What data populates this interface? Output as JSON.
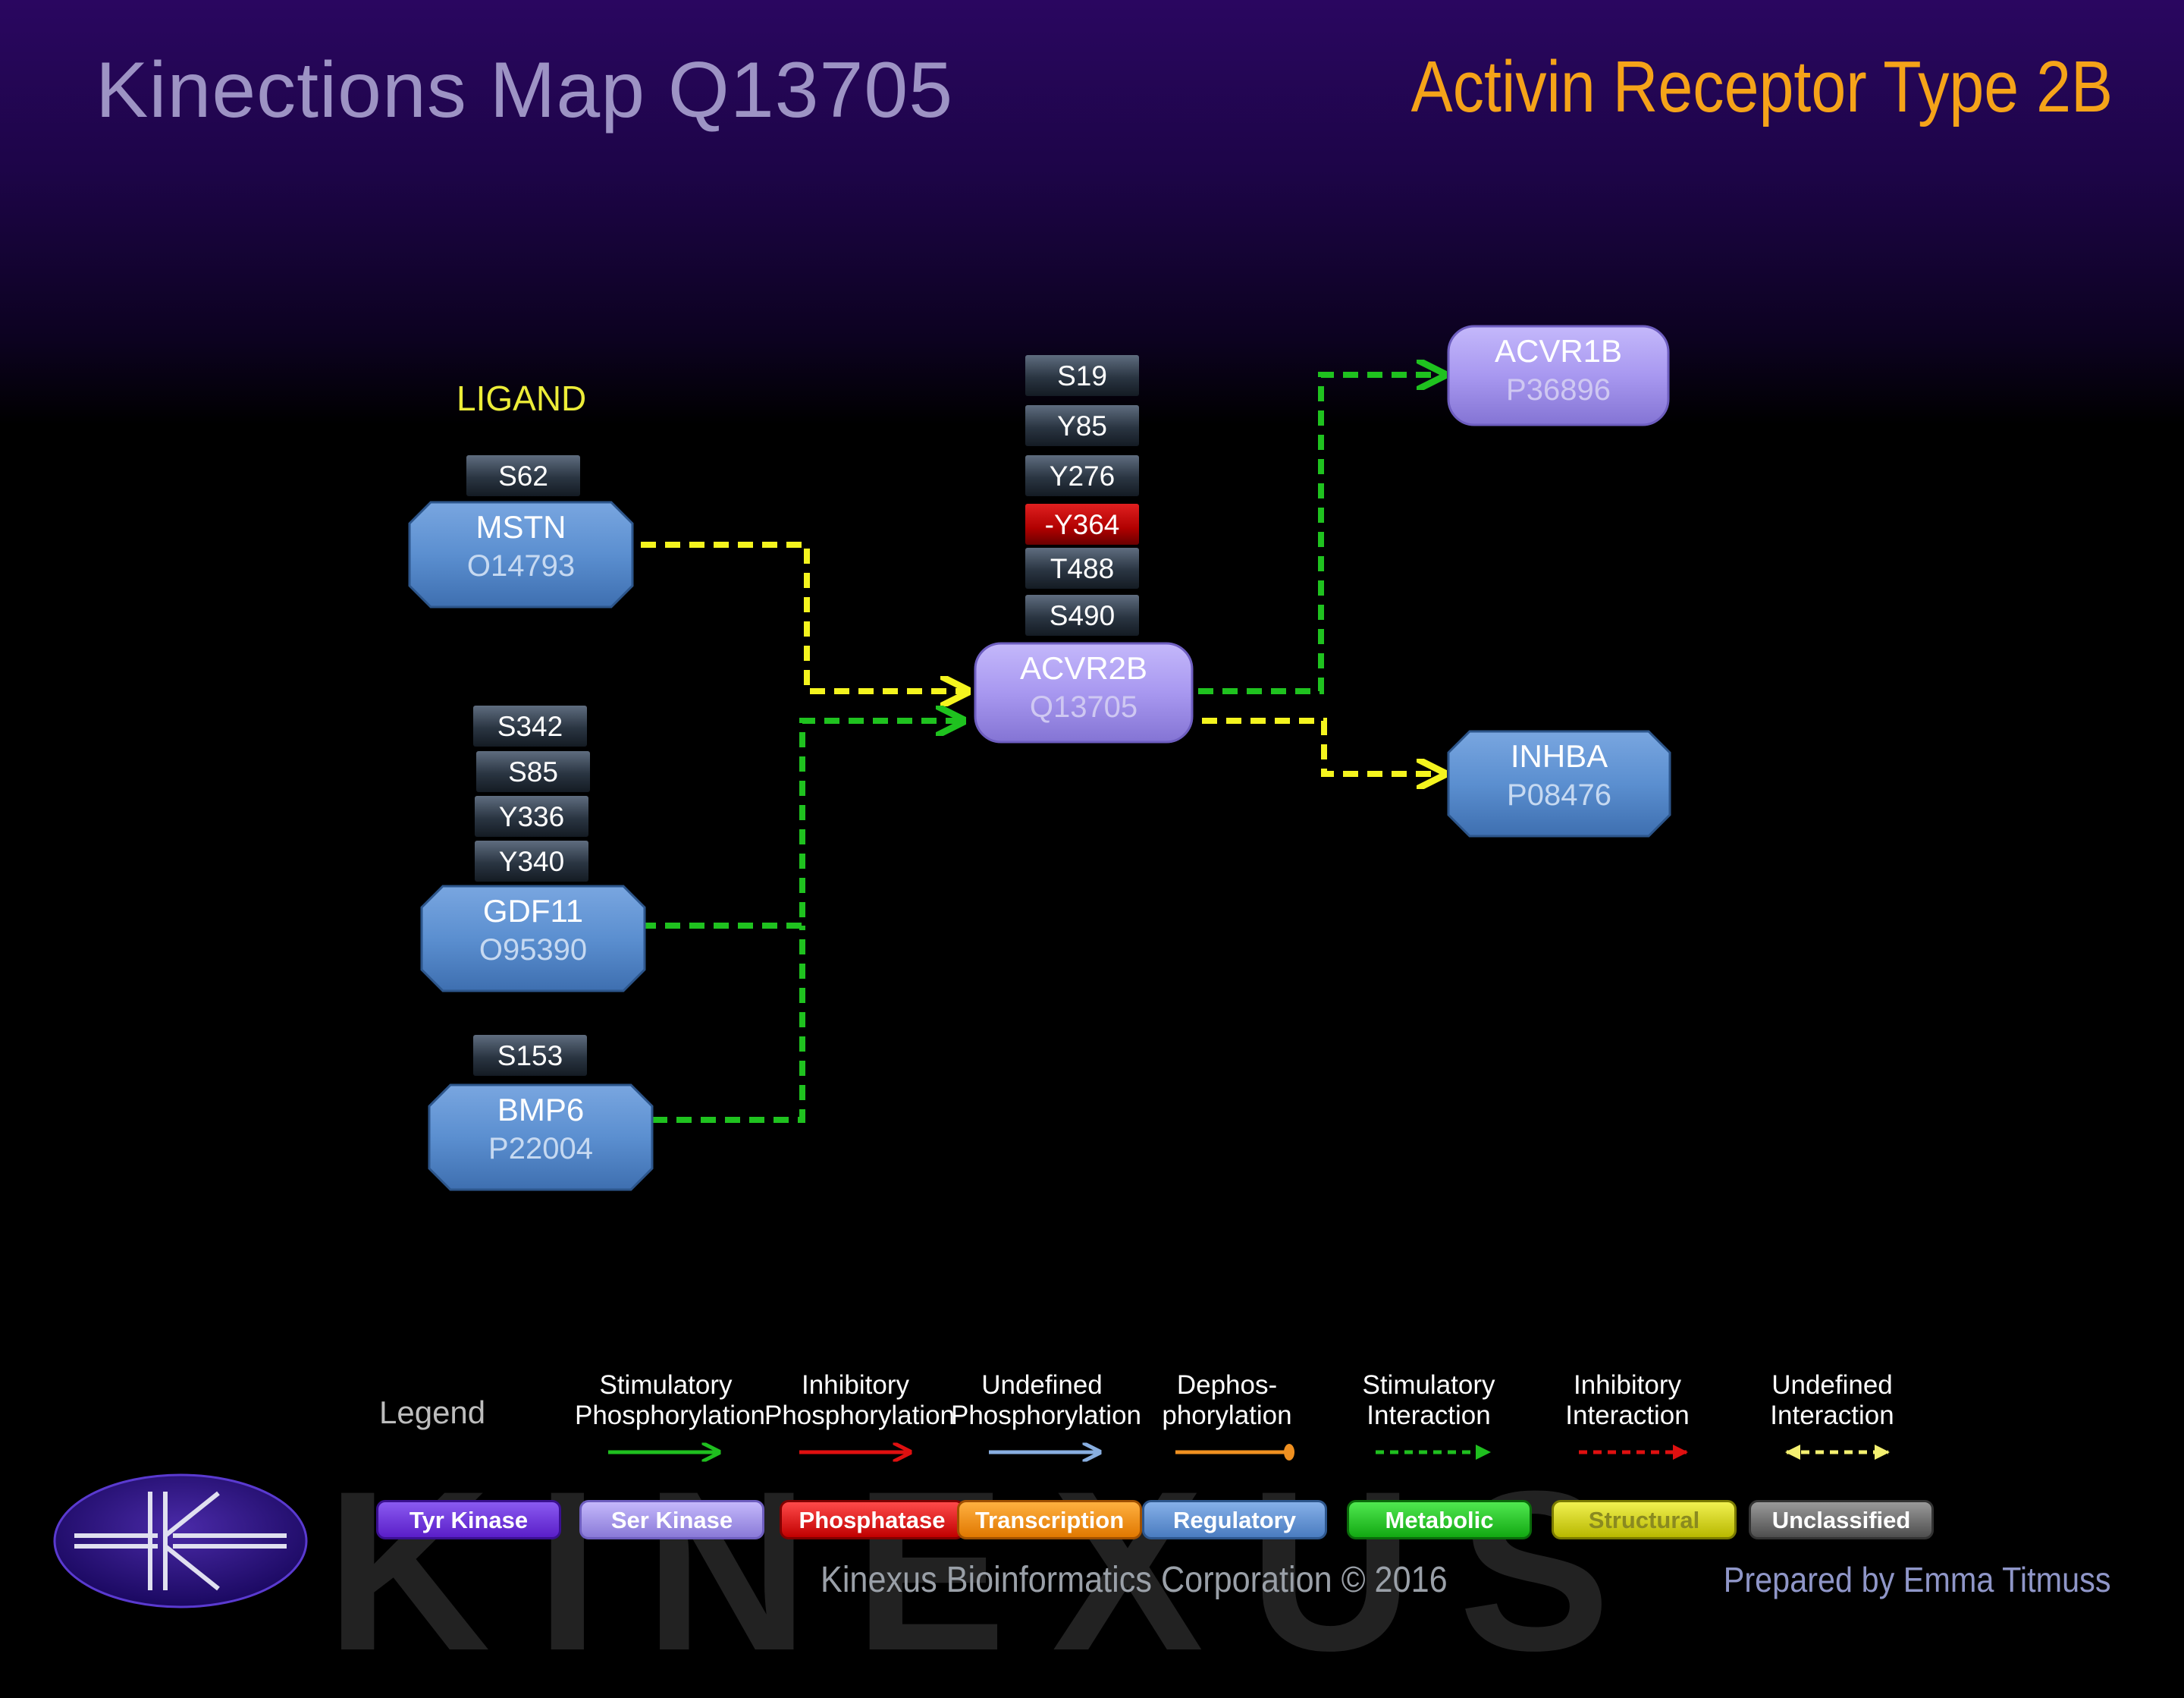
{
  "header": {
    "map_title": "Kinections Map Q13705",
    "protein_name": "Activin Receptor Type 2B"
  },
  "ligand_label": "LIGAND",
  "nodes": {
    "mstn": {
      "name": "MSTN",
      "accession": "O14793",
      "sites": [
        "S62"
      ]
    },
    "gdf11": {
      "name": "GDF11",
      "accession": "O95390",
      "sites": [
        "S342",
        "S85",
        "Y336",
        "Y340"
      ]
    },
    "bmp6": {
      "name": "BMP6",
      "accession": "P22004",
      "sites": [
        "S153"
      ]
    },
    "acvr2b": {
      "name": "ACVR2B",
      "accession": "Q13705",
      "sites": [
        "S19",
        "Y85",
        "Y276",
        "-Y364",
        "T488",
        "S490"
      ]
    },
    "acvr1b": {
      "name": "ACVR1B",
      "accession": "P36896"
    },
    "inhba": {
      "name": "INHBA",
      "accession": "P08476"
    }
  },
  "colors": {
    "regulatory": "#5b8fd0",
    "ser_kinase": "#a898f0",
    "stimulatory": "#1fc21f",
    "undefined": "#f4f41e",
    "inhibitory_site": "#c00000"
  },
  "legend": {
    "title": "Legend",
    "arrows": [
      {
        "line1": "Stimulatory",
        "line2": "Phosphorylation",
        "color": "#1fbf1f",
        "style": "solid",
        "head": "arrow"
      },
      {
        "line1": "Inhibitory",
        "line2": "Phosphorylation",
        "color": "#e01010",
        "style": "solid",
        "head": "arrow"
      },
      {
        "line1": "Undefined",
        "line2": "Phosphorylation",
        "color": "#88aee0",
        "style": "solid",
        "head": "arrow"
      },
      {
        "line1": "Dephos-",
        "line2": "phorylation",
        "color": "#f09020",
        "style": "solid",
        "head": "dot"
      },
      {
        "line1": "Stimulatory",
        "line2": "Interaction",
        "color": "#1fbf1f",
        "style": "dashed",
        "head": "arrow"
      },
      {
        "line1": "Inhibitory",
        "line2": "Interaction",
        "color": "#e01010",
        "style": "dashed",
        "head": "arrow"
      },
      {
        "line1": "Undefined",
        "line2": "Interaction",
        "color": "#f4f070",
        "style": "dashed",
        "head": "both"
      }
    ],
    "categories": [
      {
        "label": "Tyr Kinase",
        "color": "#6a2ee0"
      },
      {
        "label": "Ser Kinase",
        "color": "#a898f0"
      },
      {
        "label": "Phosphatase",
        "color": "#e01818"
      },
      {
        "label": "Transcription",
        "color": "#f08c10"
      },
      {
        "label": "Regulatory",
        "color": "#5b8fd0"
      },
      {
        "label": "Metabolic",
        "color": "#1ec81e"
      },
      {
        "label": "Structural",
        "color": "#d8d820"
      },
      {
        "label": "Unclassified",
        "color": "#6e6e6e"
      }
    ]
  },
  "footer": {
    "company": "Kinexus Bioinformatics Corporation © 2016",
    "prepared_by": "Prepared by Emma Titmuss",
    "watermark": "KINEXUS"
  }
}
